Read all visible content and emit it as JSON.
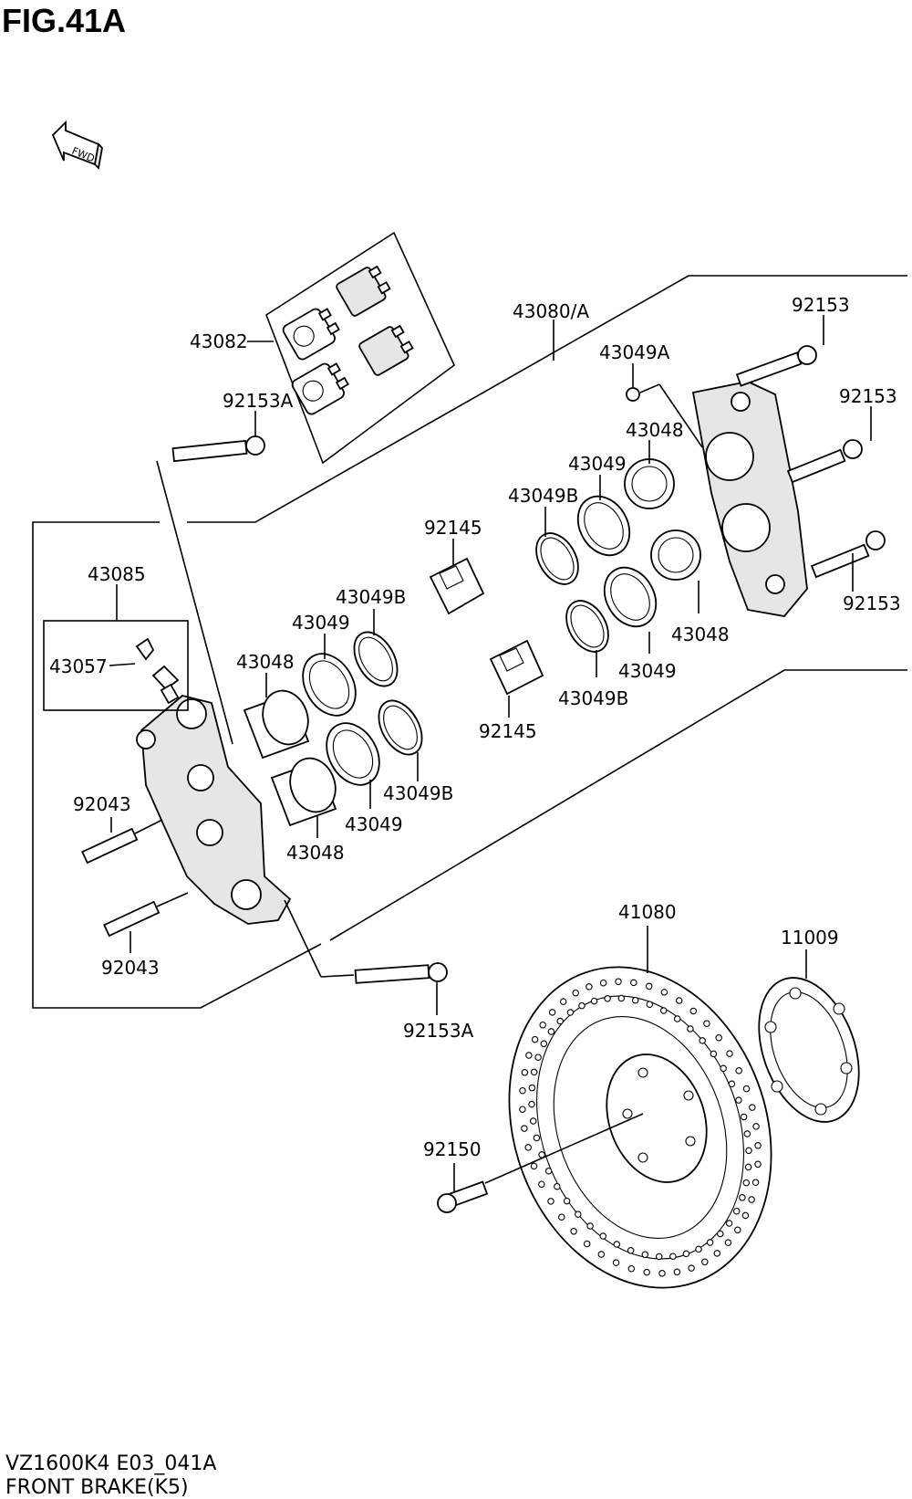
{
  "figure": {
    "title": "FIG.41A",
    "code": "VZ1600K4 E03_041A",
    "subtitle": "FRONT BRAKE(K5)",
    "direction_tag": "FWD"
  },
  "part_labels": {
    "p43082": "43082",
    "p92153A_top": "92153A",
    "p43080A": "43080/A",
    "p43049A": "43049A",
    "p92153_1": "92153",
    "p92153_2": "92153",
    "p92153_3": "92153",
    "p43048_r1": "43048",
    "p43049_r1": "43049",
    "p43049B_r1": "43049B",
    "p92145_1": "92145",
    "p43085": "43085",
    "p43057": "43057",
    "p43049B_l1": "43049B",
    "p43049_l1": "43049",
    "p43048_l1": "43048",
    "p43048_r2": "43048",
    "p43049_r2": "43049",
    "p43049B_r2": "43049B",
    "p92145_2": "92145",
    "p92043_1": "92043",
    "p43049B_l2": "43049B",
    "p43049_l2": "43049",
    "p43048_l2": "43048",
    "p92043_2": "92043",
    "p41080": "41080",
    "p11009": "11009",
    "p92153A_bot": "92153A",
    "p92150": "92150"
  },
  "icons": [
    "fwd-arrow-icon"
  ]
}
